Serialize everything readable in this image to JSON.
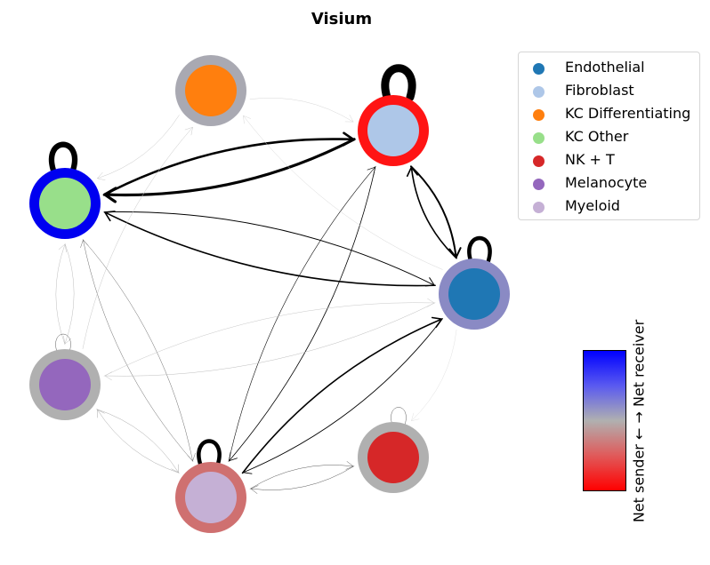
{
  "title": "Visium",
  "nodes": [
    {
      "id": "kcdiff",
      "label": "KC Differentiating",
      "fill": "#ff7f0e",
      "ring": "#a9a9b2"
    },
    {
      "id": "fibro",
      "label": "Fibroblast",
      "fill": "#aec7e8",
      "ring": "#ff1414"
    },
    {
      "id": "kcother",
      "label": "KC Other",
      "fill": "#98df8a",
      "ring": "#0000f0"
    },
    {
      "id": "endo",
      "label": "Endothelial",
      "fill": "#1f77b4",
      "ring": "#8a8ac4"
    },
    {
      "id": "mela",
      "label": "Melanocyte",
      "fill": "#9467bd",
      "ring": "#b0b0b0"
    },
    {
      "id": "myeloid",
      "label": "Myeloid",
      "fill": "#c5b0d5",
      "ring": "#cf7070"
    },
    {
      "id": "nkt",
      "label": "NK + T",
      "fill": "#d62728",
      "ring": "#b0b0b0"
    }
  ],
  "legend": [
    {
      "label": "Endothelial",
      "color": "#1f77b4"
    },
    {
      "label": "Fibroblast",
      "color": "#aec7e8"
    },
    {
      "label": "KC Differentiating",
      "color": "#ff7f0e"
    },
    {
      "label": "KC Other",
      "color": "#98df8a"
    },
    {
      "label": "NK + T",
      "color": "#d62728"
    },
    {
      "label": "Melanocyte",
      "color": "#9467bd"
    },
    {
      "label": "Myeloid",
      "color": "#c5b0d5"
    }
  ],
  "colorbar": {
    "label": "Net sender ← → Net receiver",
    "top_color": "#0000ff",
    "mid_color": "#b0b0b0",
    "bottom_color": "#ff0000"
  },
  "edges": [
    {
      "from": "fibro",
      "to": "kcother",
      "weight": 3.2,
      "gray": 0
    },
    {
      "from": "kcother",
      "to": "fibro",
      "weight": 2.6,
      "gray": 0
    },
    {
      "from": "fibro",
      "to": "endo",
      "weight": 2.0,
      "gray": 0
    },
    {
      "from": "endo",
      "to": "fibro",
      "weight": 1.6,
      "gray": 0
    },
    {
      "from": "endo",
      "to": "kcother",
      "weight": 1.6,
      "gray": 0
    },
    {
      "from": "kcother",
      "to": "endo",
      "weight": 1.0,
      "gray": 0
    },
    {
      "from": "myeloid",
      "to": "endo",
      "weight": 1.6,
      "gray": 0
    },
    {
      "from": "endo",
      "to": "myeloid",
      "weight": 0.9,
      "gray": 0
    },
    {
      "from": "fibro",
      "to": "myeloid",
      "weight": 0.8,
      "gray": 0
    },
    {
      "from": "myeloid",
      "to": "fibro",
      "weight": 0.6,
      "gray": 10
    },
    {
      "from": "nkt",
      "to": "myeloid",
      "weight": 0.5,
      "gray": 90
    },
    {
      "from": "myeloid",
      "to": "nkt",
      "weight": 0.5,
      "gray": 90
    },
    {
      "from": "myeloid",
      "to": "kcother",
      "weight": 0.5,
      "gray": 110
    },
    {
      "from": "kcother",
      "to": "myeloid",
      "weight": 0.5,
      "gray": 110
    },
    {
      "from": "myeloid",
      "to": "mela",
      "weight": 0.4,
      "gray": 170
    },
    {
      "from": "mela",
      "to": "myeloid",
      "weight": 0.4,
      "gray": 170
    },
    {
      "from": "mela",
      "to": "kcother",
      "weight": 0.4,
      "gray": 190
    },
    {
      "from": "kcother",
      "to": "mela",
      "weight": 0.4,
      "gray": 190
    },
    {
      "from": "endo",
      "to": "mela",
      "weight": 0.4,
      "gray": 190
    },
    {
      "from": "mela",
      "to": "endo",
      "weight": 0.4,
      "gray": 200
    },
    {
      "from": "mela",
      "to": "kcdiff",
      "weight": 0.4,
      "gray": 200
    },
    {
      "from": "kcdiff",
      "to": "kcother",
      "weight": 0.4,
      "gray": 200
    },
    {
      "from": "endo",
      "to": "kcdiff",
      "weight": 0.4,
      "gray": 215
    },
    {
      "from": "kcdiff",
      "to": "fibro",
      "weight": 0.4,
      "gray": 215
    },
    {
      "from": "endo",
      "to": "nkt",
      "weight": 0.4,
      "gray": 225
    }
  ],
  "self_loops": [
    {
      "node": "fibro",
      "weight": 10
    },
    {
      "node": "kcother",
      "weight": 7
    },
    {
      "node": "endo",
      "weight": 5
    },
    {
      "node": "myeloid",
      "weight": 5
    },
    {
      "node": "mela",
      "weight": 0.5
    },
    {
      "node": "nkt",
      "weight": 0.5
    }
  ]
}
